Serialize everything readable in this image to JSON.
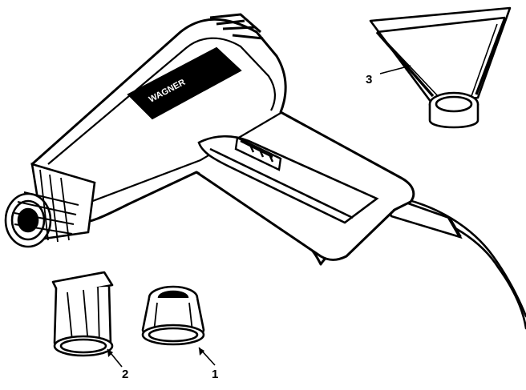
{
  "diagram": {
    "brand_label": "WAGNER",
    "model_label": "",
    "parts": [
      {
        "number": "1",
        "name": "round-nozzle"
      },
      {
        "number": "2",
        "name": "flat-nozzle"
      },
      {
        "number": "3",
        "name": "wide-spreader-nozzle"
      }
    ]
  }
}
